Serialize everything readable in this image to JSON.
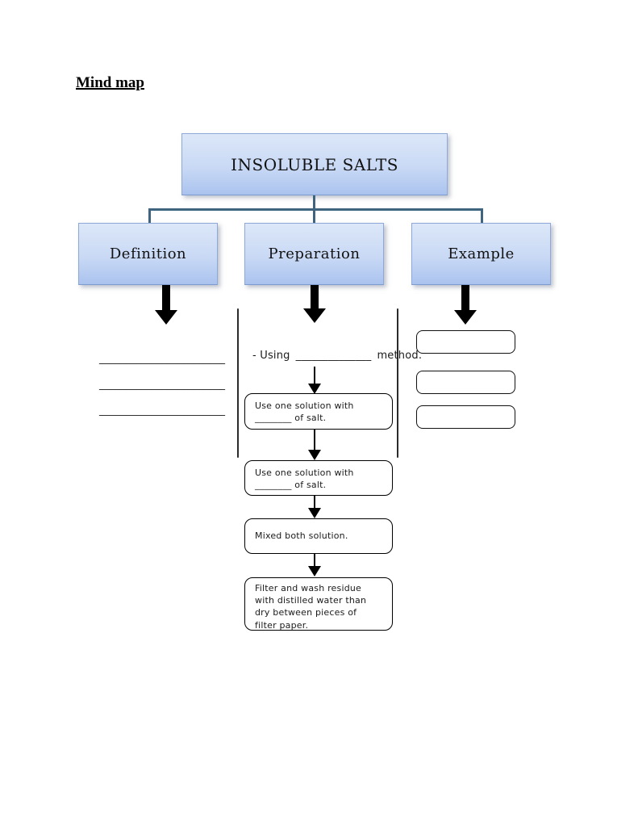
{
  "page": {
    "title": "Mind map"
  },
  "mindmap": {
    "root": "INSOLUBLE SALTS",
    "definition": {
      "label": "Definition",
      "blanks": [
        "________________________",
        "________________________",
        "________________________"
      ]
    },
    "preparation": {
      "label": "Preparation",
      "using": {
        "prefix": "- Using",
        "blank": "______________",
        "suffix": "method."
      },
      "steps": [
        "Use one solution with\n________ of salt.",
        "Use one solution with\n________ of salt.",
        "Mixed both solution.",
        "Filter and wash residue\nwith distilled water than\ndry between pieces of\nfilter paper."
      ]
    },
    "example": {
      "label": "Example",
      "slot_count": 3
    }
  },
  "colors": {
    "box_top": "#dce7f8",
    "box_mid": "#c9d9f5",
    "box_bottom": "#aac3ee",
    "box_border": "#8ea9d9",
    "connector": "#3e6480",
    "arrow": "#000000",
    "ink": "#1a1a1a"
  }
}
